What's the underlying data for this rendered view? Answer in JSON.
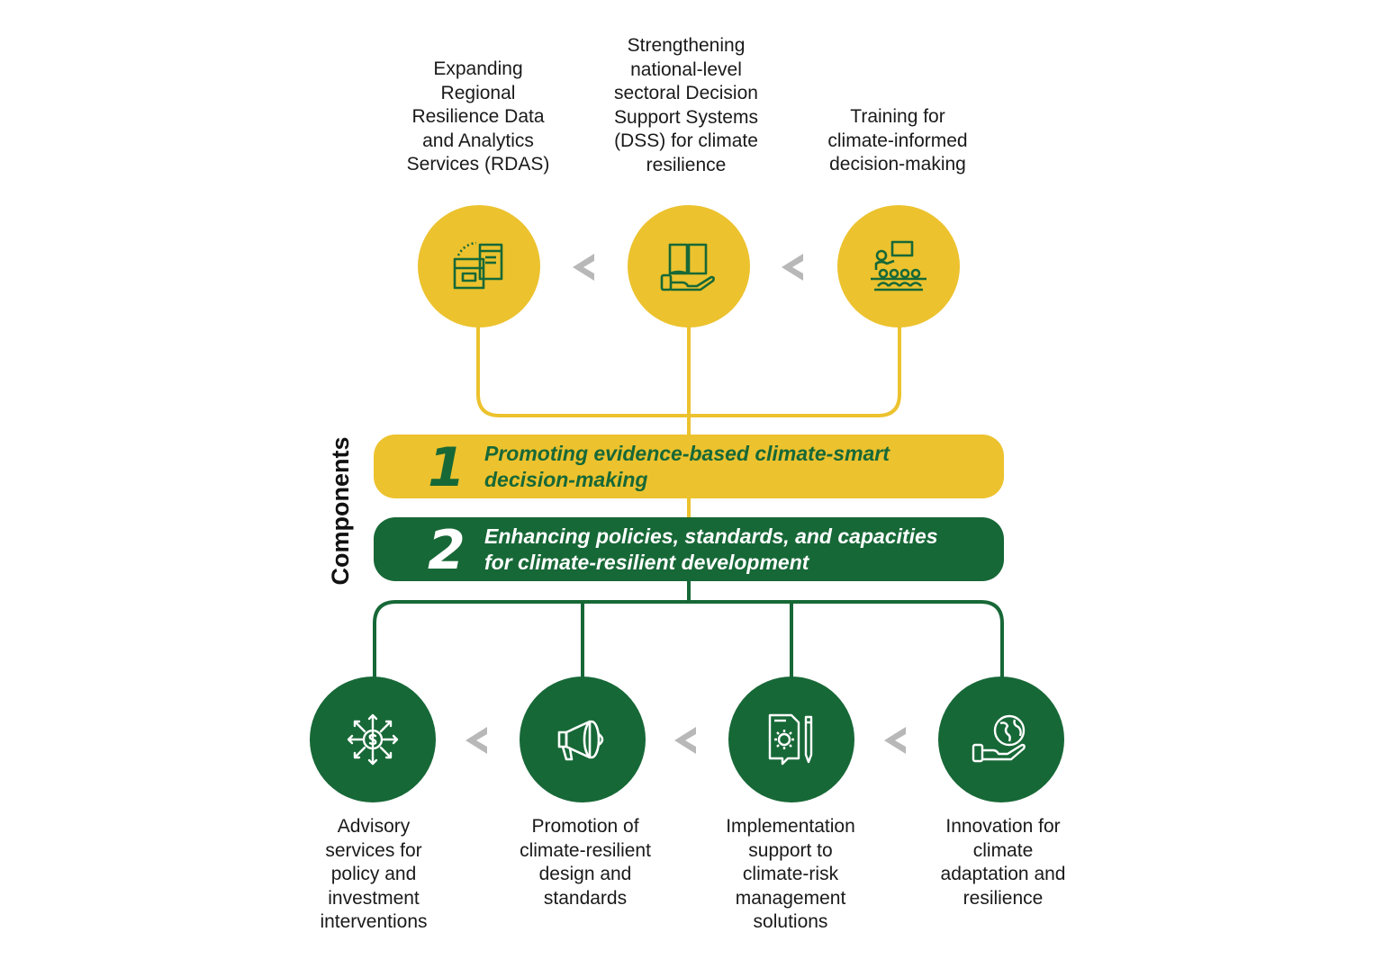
{
  "colors": {
    "yellow": "#ecc22e",
    "green": "#176837",
    "arrow_gray": "#b8b8b8",
    "text": "#1a1a1a"
  },
  "side_title": "Components",
  "components": [
    {
      "number": "1",
      "lines": [
        "Promoting evidence-based climate-smart",
        "decision-making"
      ],
      "color": "yellow"
    },
    {
      "number": "2",
      "lines": [
        "Enhancing policies, standards, and capacities",
        "for climate-resilient development"
      ],
      "color": "green"
    }
  ],
  "top_nodes": [
    {
      "icon": "data-archive-icon",
      "lines": [
        "Expanding",
        "Regional",
        "Resilience Data",
        "and Analytics",
        "Services (RDAS)"
      ]
    },
    {
      "icon": "book-in-hand-icon",
      "lines": [
        "Strengthening",
        "national-level",
        "sectoral Decision",
        "Support Systems",
        "(DSS) for climate",
        "resilience"
      ]
    },
    {
      "icon": "classroom-training-icon",
      "lines": [
        "Training for",
        "climate-informed",
        "decision-making"
      ]
    }
  ],
  "bottom_nodes": [
    {
      "icon": "investment-advisory-icon",
      "lines": [
        "Advisory",
        "services for",
        "policy and",
        "investment",
        "interventions"
      ]
    },
    {
      "icon": "megaphone-icon",
      "lines": [
        "Promotion of",
        "climate-resilient",
        "design and",
        "standards"
      ]
    },
    {
      "icon": "document-gear-icon",
      "lines": [
        "Implementation",
        "support to",
        "climate-risk",
        "management",
        "solutions"
      ]
    },
    {
      "icon": "globe-in-hand-icon",
      "lines": [
        "Innovation for",
        "climate",
        "adaptation and",
        "resilience"
      ]
    }
  ]
}
